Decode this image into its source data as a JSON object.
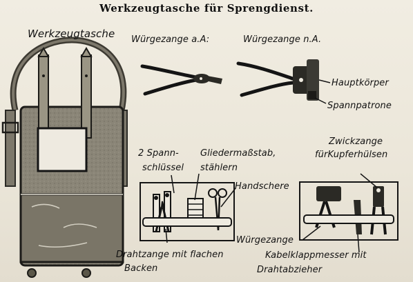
{
  "title": "Werkzeugtasche für Sprengdienst.",
  "labels": {
    "werkzeugtasche": "Werkzeugtasche",
    "wuergezange_aA": "Würgezange a.A:",
    "wuergezange_nA": "Würgezange n.A.",
    "hauptkoerper": "Hauptkörper",
    "spannpatrone": "Spannpatrone",
    "zwickzange_1": "Zwickzange",
    "zwickzange_2": "fürKupferhülsen",
    "spannschluessel_1": "2 Spann-",
    "spannschluessel_2": "schlüssel",
    "gliedermassstab_1": "Gliedermaßstab,",
    "gliedermassstab_2": "stählern",
    "handschere": "Handschere",
    "wuergezange": "Würgezange",
    "drahtzange_1": "Drahtzange mit flachen",
    "drahtzange_2": "Backen",
    "kabelklappmesser_1": "Kabelklappmesser mit",
    "kabelklappmesser_2": "Drahtabzieher"
  },
  "colors": {
    "paper": "#ebe6d9",
    "ink": "#141414",
    "leather": "#8a8577",
    "leather_dark": "#5b5749"
  }
}
